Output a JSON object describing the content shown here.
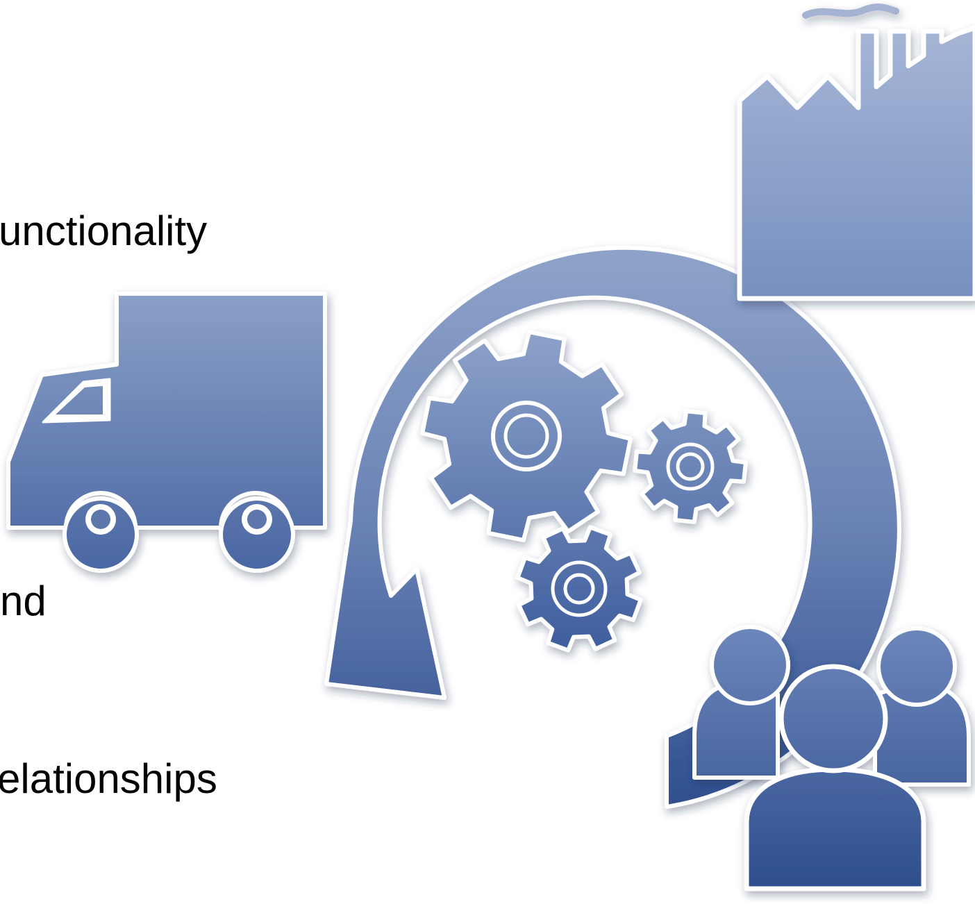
{
  "text_lines": [
    "unctionality",
    "nd",
    "elationships"
  ],
  "colors": {
    "icon_top": "#94a7c9",
    "icon_bottom": "#2f4f8f",
    "outline": "#ffffff",
    "text": "#000000"
  },
  "icons": [
    "factory-icon",
    "delivery-truck-icon",
    "cycle-arrow-icon",
    "gears-icon",
    "people-group-icon"
  ]
}
